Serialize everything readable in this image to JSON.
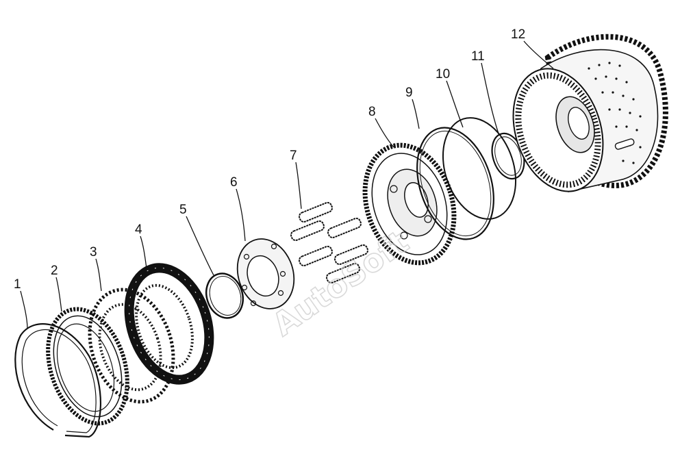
{
  "diagram": {
    "labels": [
      "1",
      "2",
      "3",
      "4",
      "5",
      "6",
      "7",
      "8",
      "9",
      "10",
      "11",
      "12"
    ],
    "watermark": "AutoSoft"
  }
}
